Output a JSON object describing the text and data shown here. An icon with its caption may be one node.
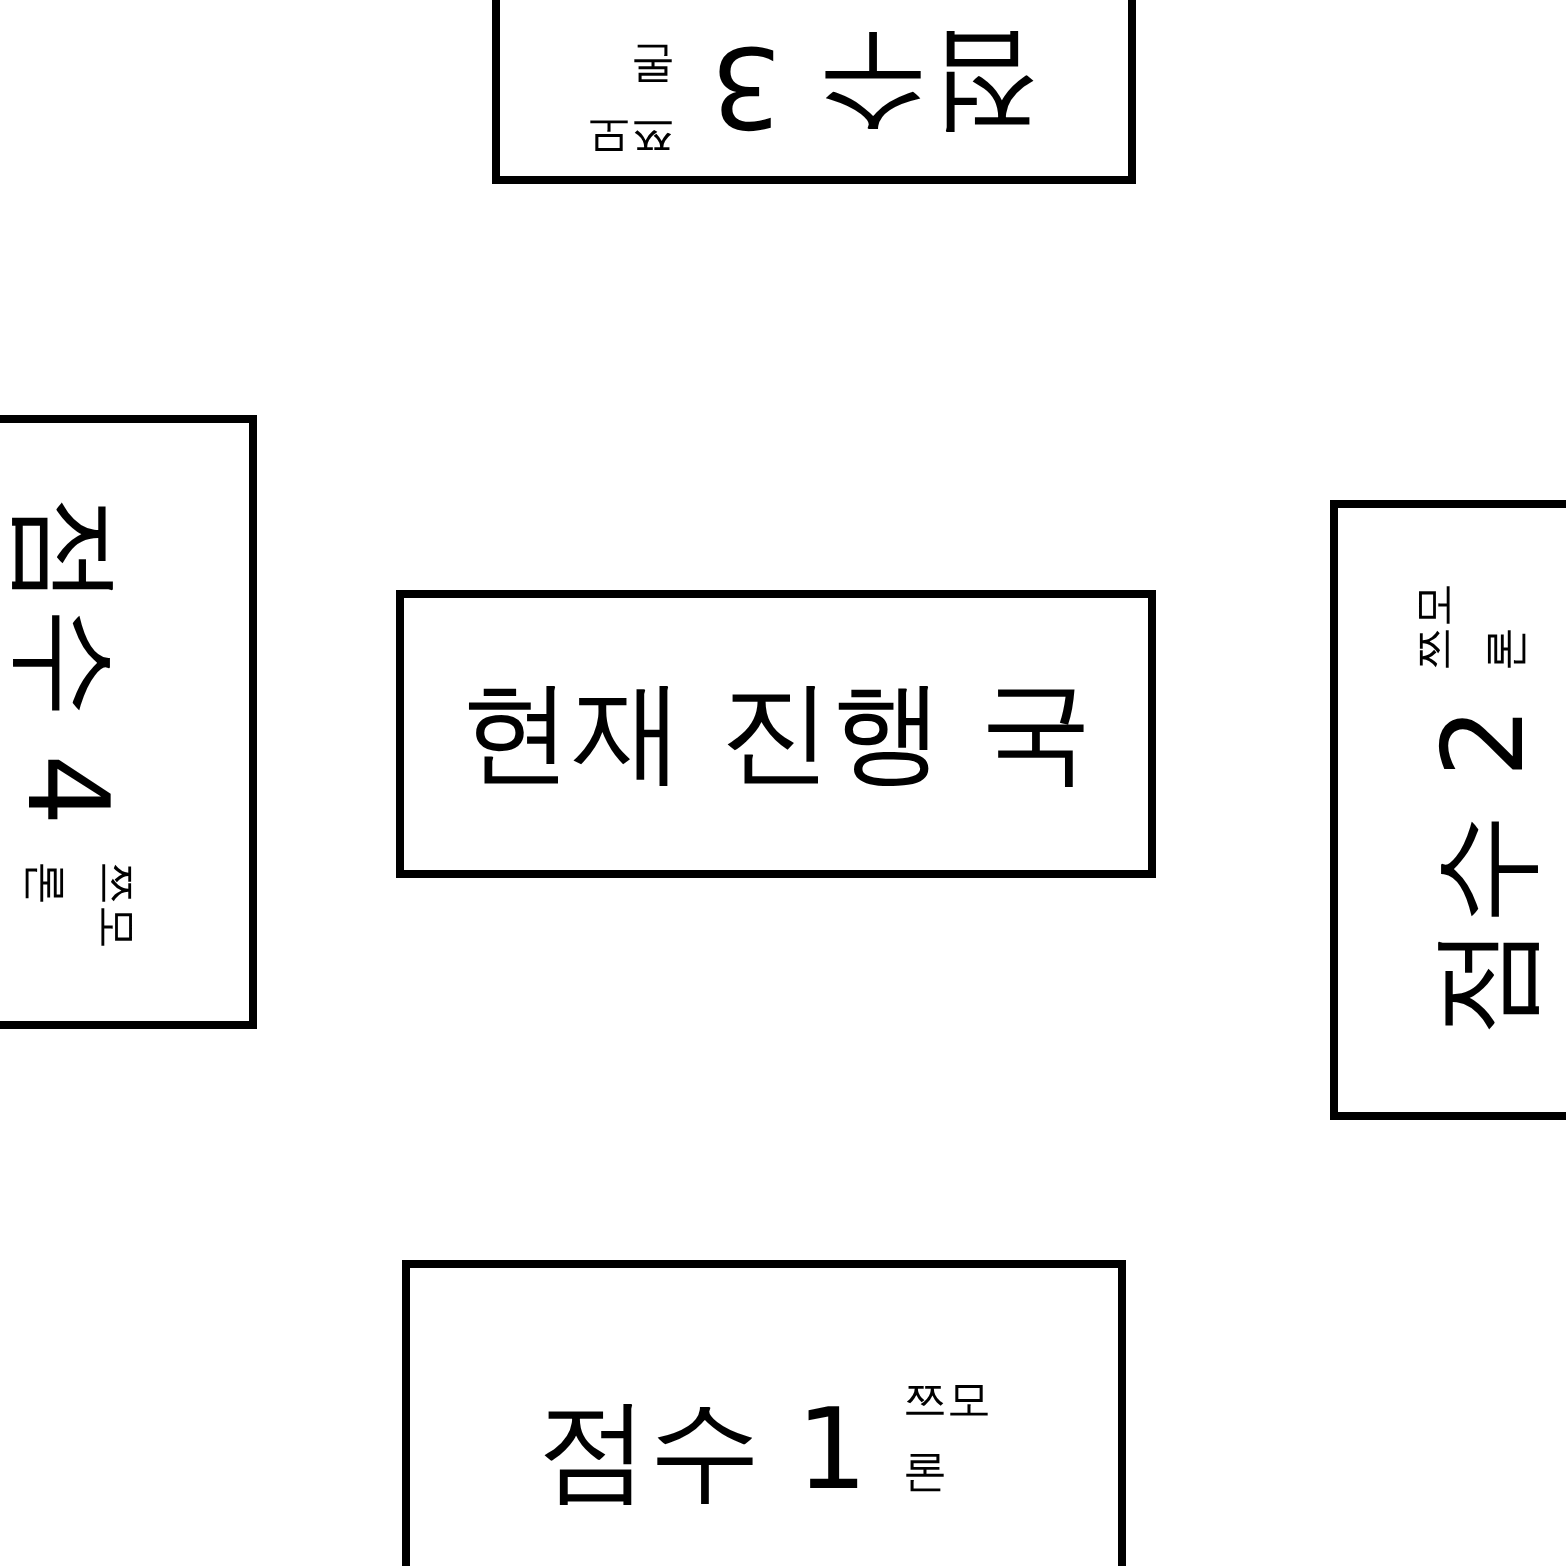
{
  "diagram": {
    "nodes": [
      {
        "text": [
          "현재 진행 국"
        ]
      },
      {
        "text": [
          "점수 1",
          "쯔모",
          "론"
        ]
      },
      {
        "text": [
          "점수 2",
          "쯔모",
          "론"
        ]
      },
      {
        "text": [
          "점수 3",
          "쯔모",
          "론"
        ]
      },
      {
        "text": [
          "점수 4",
          "쯔모",
          "론"
        ]
      }
    ],
    "edges": []
  }
}
